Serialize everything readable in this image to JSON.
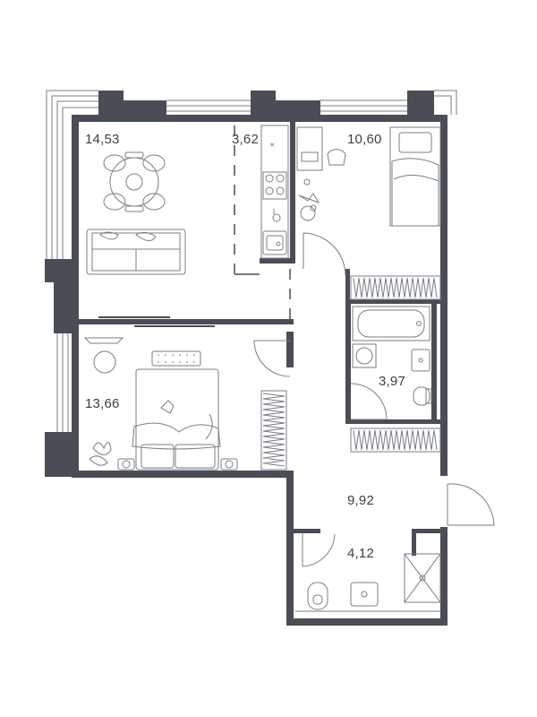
{
  "floor_plan": {
    "rooms": [
      {
        "id": "living-room",
        "area": "14,53"
      },
      {
        "id": "kitchen",
        "area": "3,62"
      },
      {
        "id": "bedroom-right",
        "area": "10,60"
      },
      {
        "id": "bedroom-left",
        "area": "13,66"
      },
      {
        "id": "bathroom",
        "area": "3,97"
      },
      {
        "id": "hallway",
        "area": "9,92"
      },
      {
        "id": "shower-room",
        "area": "4,12"
      }
    ],
    "colors": {
      "wall": "#4a4d55",
      "line": "#7a7d85",
      "text": "#3d4048"
    }
  }
}
